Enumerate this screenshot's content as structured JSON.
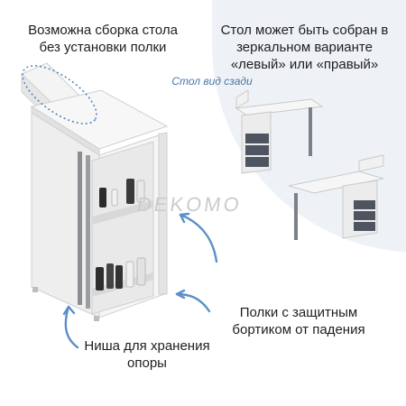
{
  "callouts": {
    "assembly_no_shelf": "Возможна сборка стола без установки полки",
    "mirror_variant": "Стол может быть собран в зеркальном варианте «левый» или «правый»",
    "back_view": "Стол вид сзади",
    "shelves_bumper": "Полки с защитным бортиком от падения",
    "support_niche": "Ниша для хранения опоры"
  },
  "watermark": "DEKOMO",
  "colors": {
    "panel_white": "#f1f1f1",
    "panel_shadow": "#d9d9d9",
    "drawer_dark": "#4f5560",
    "arrow_blue": "#5b8fc7",
    "accent_dotted": "#4f86c6"
  }
}
